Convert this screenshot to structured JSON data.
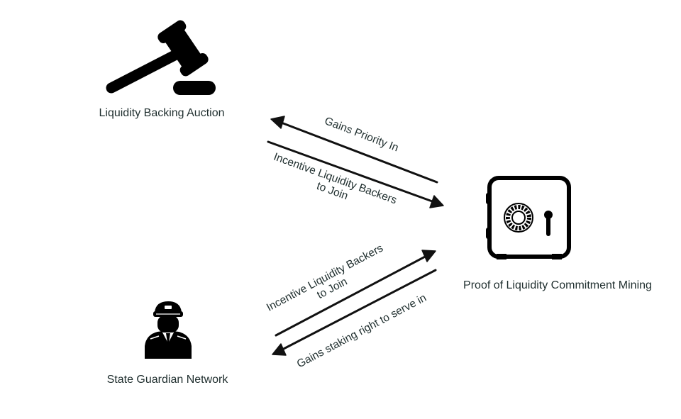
{
  "nodes": {
    "auction": {
      "label": "Liquidity Backing Auction",
      "icon": "gavel-icon"
    },
    "mining": {
      "label": "Proof of Liquidity Commitment Mining",
      "icon": "safe-icon"
    },
    "guardian": {
      "label": "State Guardian Network",
      "icon": "guard-icon"
    }
  },
  "edges": [
    {
      "from": "mining",
      "to": "auction",
      "label_lines": [
        "Gains Priority In"
      ]
    },
    {
      "from": "auction",
      "to": "mining",
      "label_lines": [
        "Incentive Liquidity Backers",
        "to Join"
      ]
    },
    {
      "from": "guardian",
      "to": "mining",
      "label_lines": [
        "Incentive Liquidity Backers",
        "to Join"
      ]
    },
    {
      "from": "mining",
      "to": "guardian",
      "label_lines": [
        "Gains staking right to serve in"
      ]
    }
  ],
  "colors": {
    "text": "#1f2e2e",
    "ink": "#000000",
    "background": "#ffffff"
  }
}
